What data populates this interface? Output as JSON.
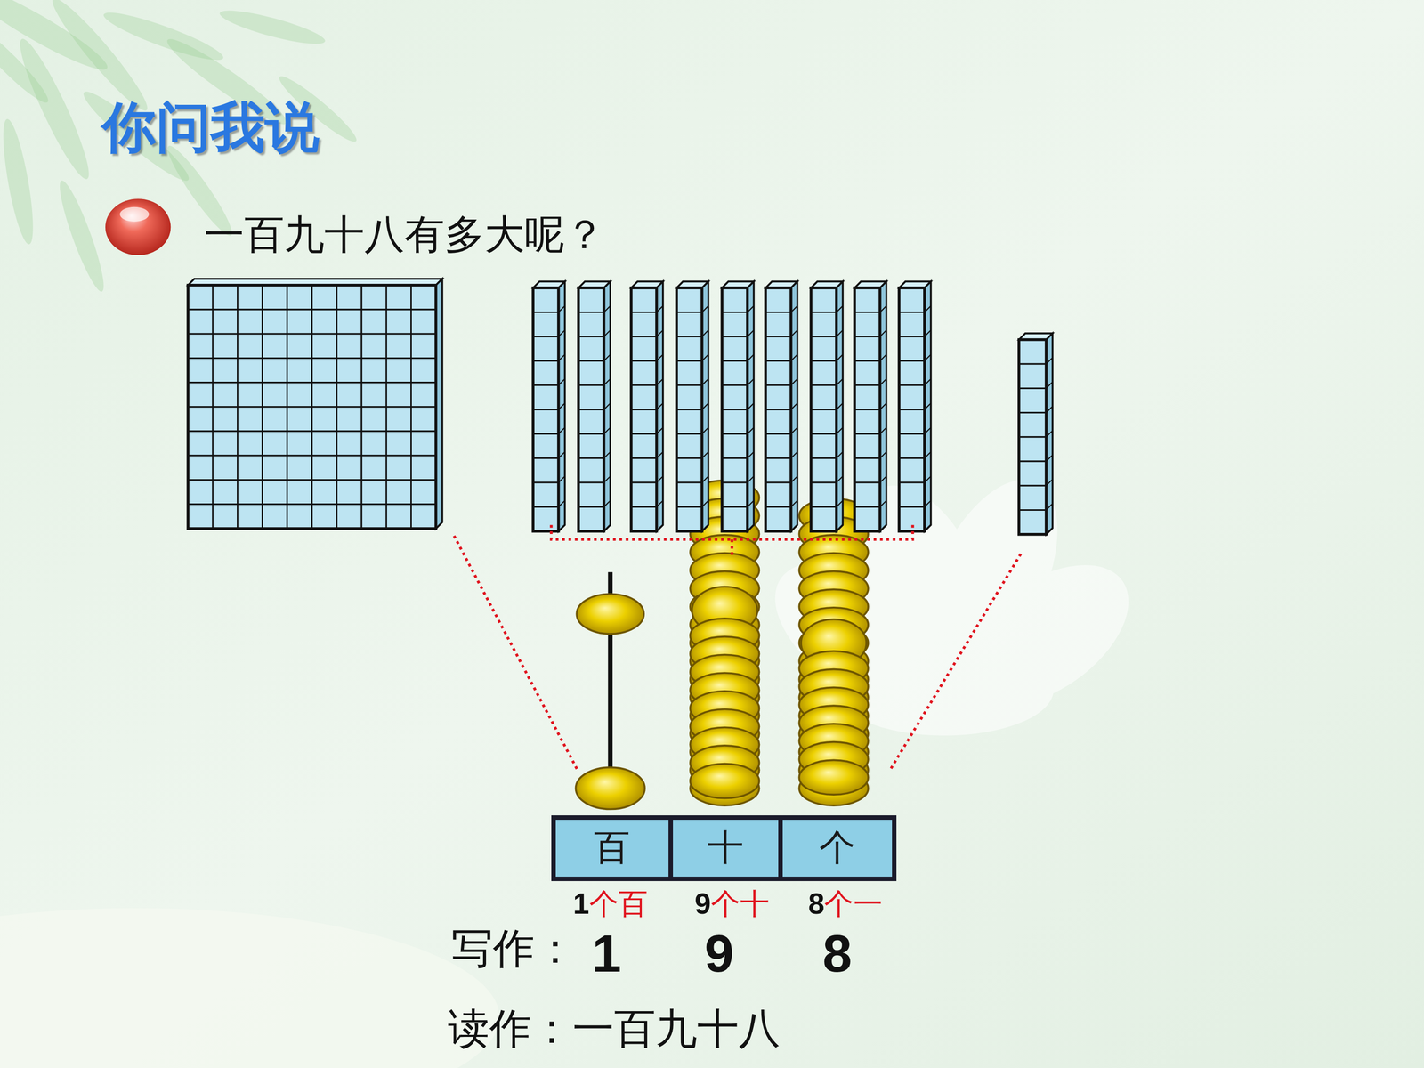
{
  "diagram": {
    "title": "你问我说",
    "nodes": [
      {
        "text": [
          "百"
        ]
      },
      {
        "text": [
          "十"
        ]
      },
      {
        "text": [
          "个"
        ]
      }
    ],
    "labels": [
      "一百九十八有多大呢？",
      "1",
      "个百",
      "9",
      "个十",
      "8",
      "个一",
      "写作：",
      "1",
      "9",
      "8",
      "读作：一百九十八"
    ]
  }
}
